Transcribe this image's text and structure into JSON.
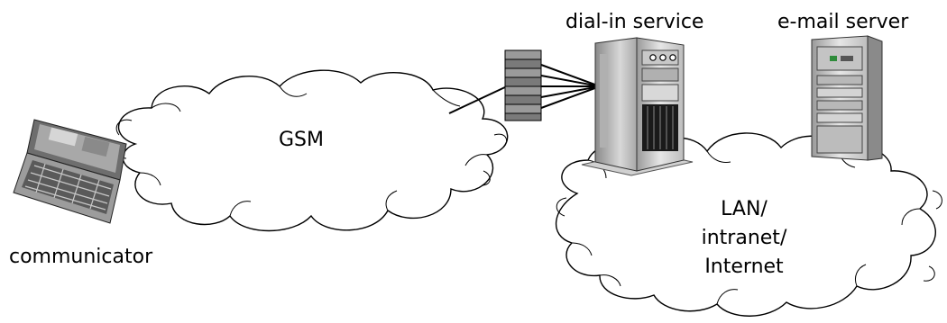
{
  "labels": {
    "dial_in": "dial-in service",
    "email_server": "e-mail server",
    "gsm": "GSM",
    "lan_line1": "LAN/",
    "lan_line2": "intranet/",
    "lan_line3": "Internet",
    "communicator": "communicator"
  },
  "icons": {
    "communicator": "communicator-device-icon",
    "modem_bank": "modem-bank-icon",
    "dial_in_server": "server-tower-icon",
    "email_server": "server-tower-icon"
  }
}
